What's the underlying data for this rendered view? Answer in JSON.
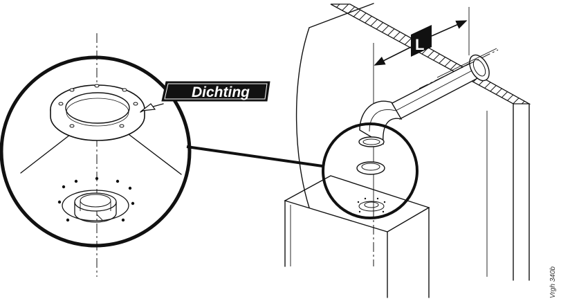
{
  "diagram": {
    "callout_label": "Dichting",
    "dimension_label": "L",
    "reference_code": "Vrgh 340b"
  }
}
